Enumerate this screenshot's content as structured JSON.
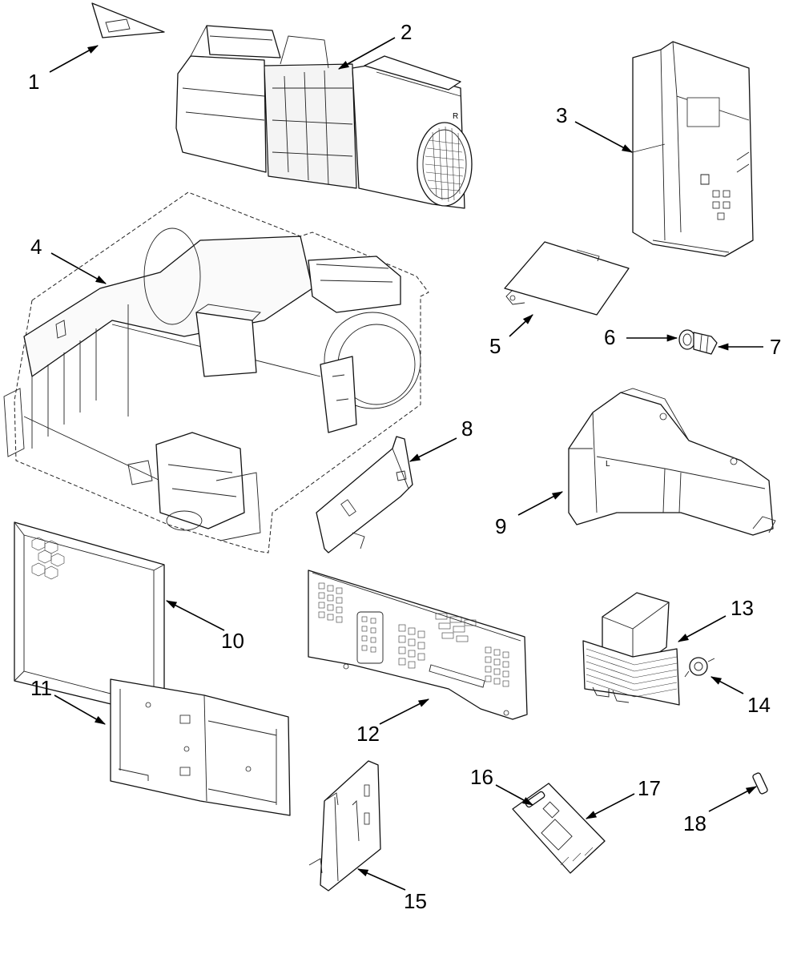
{
  "diagram": {
    "marks": {
      "fan_side": "R",
      "fan_side_2": "L"
    },
    "callouts": [
      {
        "id": "1",
        "label": "1"
      },
      {
        "id": "2",
        "label": "2"
      },
      {
        "id": "3",
        "label": "3"
      },
      {
        "id": "4",
        "label": "4"
      },
      {
        "id": "5",
        "label": "5"
      },
      {
        "id": "6",
        "label": "6"
      },
      {
        "id": "7",
        "label": "7"
      },
      {
        "id": "8",
        "label": "8"
      },
      {
        "id": "9",
        "label": "9"
      },
      {
        "id": "10",
        "label": "10"
      },
      {
        "id": "11",
        "label": "11"
      },
      {
        "id": "12",
        "label": "12"
      },
      {
        "id": "13",
        "label": "13"
      },
      {
        "id": "14",
        "label": "14"
      },
      {
        "id": "15",
        "label": "15"
      },
      {
        "id": "16",
        "label": "16"
      },
      {
        "id": "17",
        "label": "17"
      },
      {
        "id": "18",
        "label": "18"
      }
    ]
  }
}
